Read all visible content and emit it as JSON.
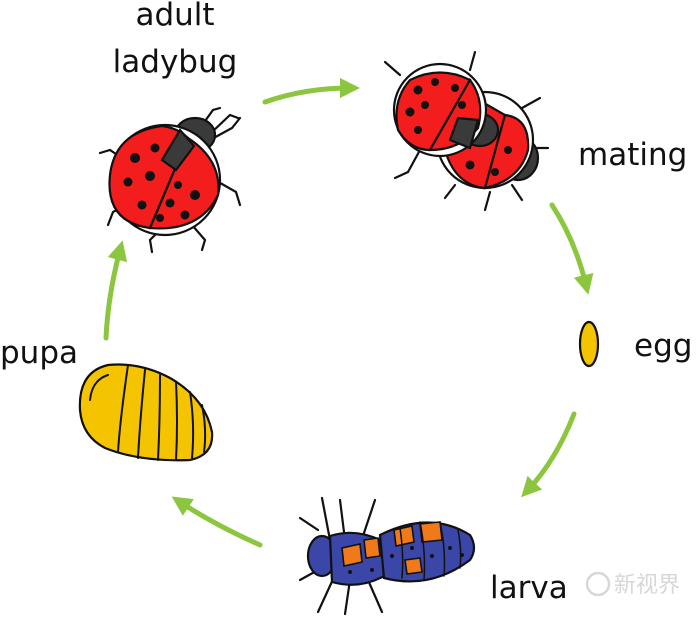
{
  "stages": {
    "adult": {
      "line1": "adult",
      "line2": "ladybug"
    },
    "mating": "mating",
    "egg": "egg",
    "larva": "larva",
    "pupa": "pupa"
  },
  "watermark": "新视界",
  "colors": {
    "arrow": "#8cc63f",
    "shell_red": "#f41d1d",
    "head_dark": "#3a3a3a",
    "egg_yellow": "#f5c400",
    "larva_blue": "#3b47a8",
    "larva_orange": "#f07a1a",
    "pupa_yellow": "#f5c400",
    "outline": "#111111"
  },
  "icons": [
    "adult-ladybug-icon",
    "mating-ladybugs-icon",
    "egg-icon",
    "larva-icon",
    "pupa-icon",
    "watermark-icon"
  ]
}
